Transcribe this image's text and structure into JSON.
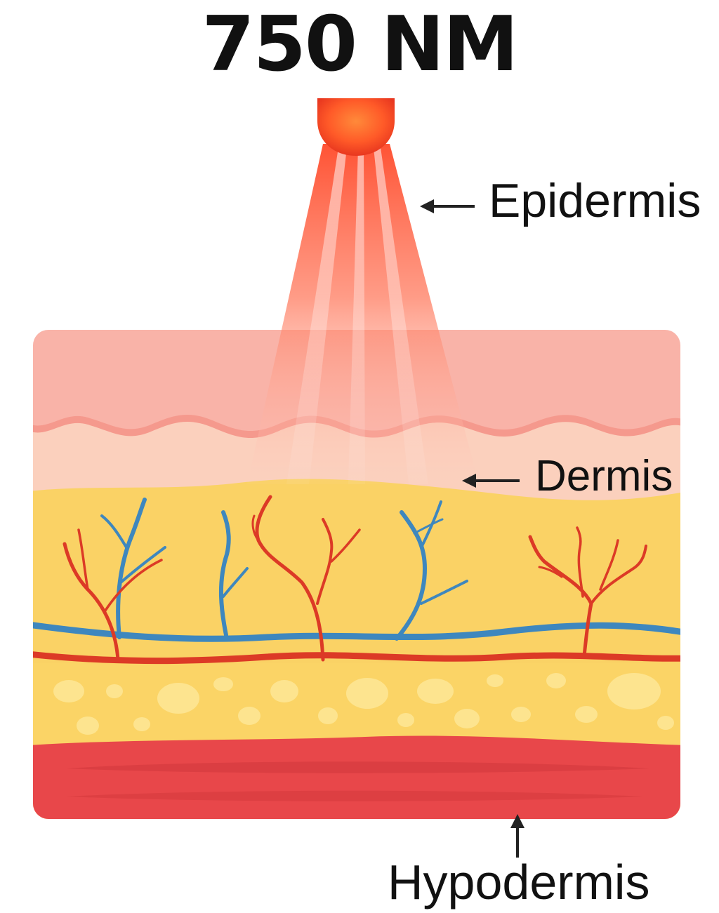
{
  "diagram": {
    "title": "750 NM",
    "labels": {
      "epidermis": "Epidermis",
      "dermis": "Dermis",
      "hypodermis": "Hypodermis"
    },
    "colors": {
      "emitter": "#ef4b2c",
      "beam": "#ff6a4d",
      "epidermis": "#f9b3a8",
      "dermis": "#fbd0bd",
      "subcutaneous_fat": "#fad265",
      "fat_cells": "#fde48f",
      "muscle": "#e8474a",
      "artery": "#dc3a26",
      "vein": "#3e87be",
      "text": "#111111"
    }
  }
}
